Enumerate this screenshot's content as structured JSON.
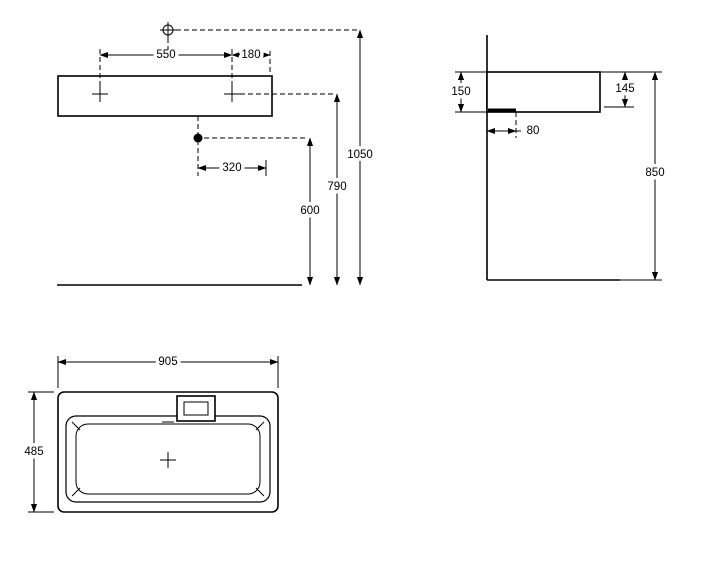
{
  "dims": {
    "front": {
      "holes_spacing": "550",
      "hole_to_edge": "180",
      "height_total": "1050",
      "height_holes": "790",
      "height_drain": "600",
      "drain_offset": "320"
    },
    "side": {
      "depth_back": "150",
      "depth_front": "145",
      "drain_setback": "80",
      "height_wall": "850"
    },
    "plan": {
      "width": "905",
      "depth": "485"
    }
  }
}
